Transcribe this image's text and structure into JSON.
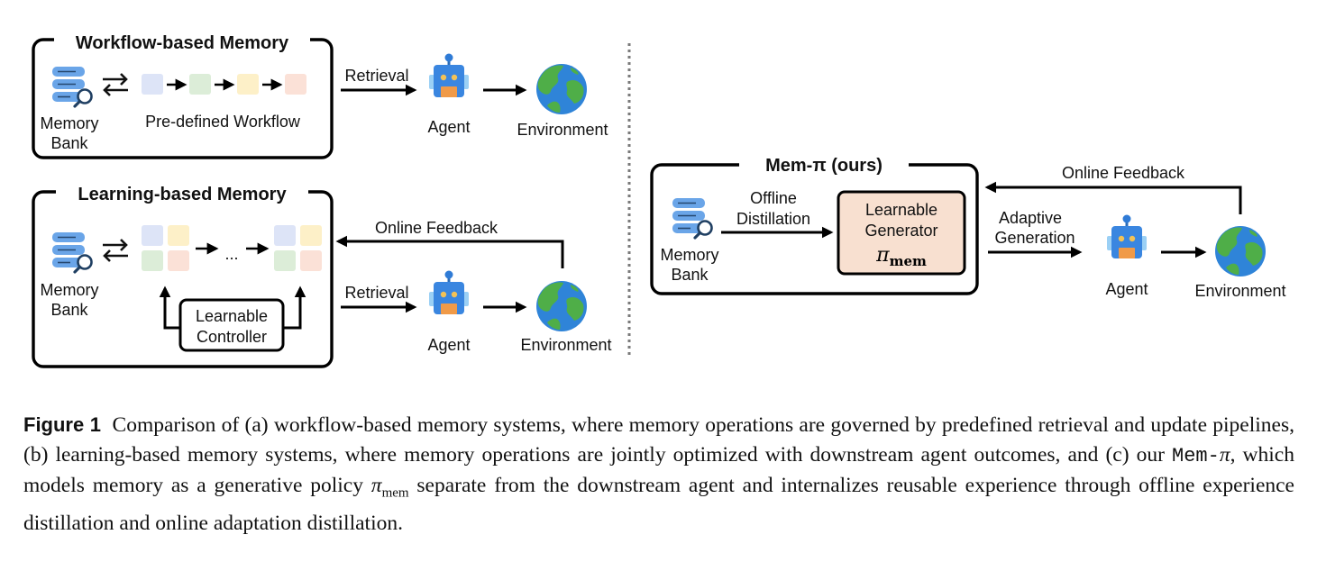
{
  "panel_a": {
    "title": "Workflow-based Memory",
    "memory_bank": [
      "Memory",
      "Bank"
    ],
    "workflow_label": "Pre-defined Workflow",
    "retrieval_label": "Retrieval",
    "agent_label": "Agent",
    "environment_label": "Environment"
  },
  "panel_b": {
    "title": "Learning-based Memory",
    "memory_bank": [
      "Memory",
      "Bank"
    ],
    "ellipsis": "...",
    "controller": [
      "Learnable",
      "Controller"
    ],
    "feedback_label": "Online Feedback",
    "retrieval_label": "Retrieval",
    "agent_label": "Agent",
    "environment_label": "Environment"
  },
  "panel_c": {
    "title": "Mem-π (ours)",
    "memory_bank": [
      "Memory",
      "Bank"
    ],
    "distill_label": [
      "Offline",
      "Distillation"
    ],
    "generator": [
      "Learnable",
      "Generator"
    ],
    "generator_symbol": "π",
    "generator_subscript": "mem",
    "adaptive_label": [
      "Adaptive",
      "Generation"
    ],
    "feedback_label": "Online Feedback",
    "agent_label": "Agent",
    "environment_label": "Environment"
  },
  "caption": {
    "figure_label": "Figure 1",
    "text_1": "Comparison of (a) workflow-based memory systems, where memory operations are governed by predefined retrieval and update pipelines, (b) learning-based memory systems, where memory operations are jointly optimized with downstream agent outcomes, and (c) our ",
    "method_name": "Mem-",
    "method_symbol": "π",
    "text_2": ", which models memory as a generative policy ",
    "policy_symbol": "π",
    "policy_subscript": "mem",
    "text_3": " separate from the downstream agent and internalizes reusable experience through offline experience distillation and online adaptation distillation."
  },
  "colors": {
    "memory_bank": "#6aa5e8",
    "agent": "#3a86e0",
    "agent_mouth": "#f09a48",
    "earth_ocean": "#2f84d8",
    "earth_land": "#4fae48",
    "generator_fill": "#f8e0d0",
    "workflow_blue": "#dde4f7",
    "workflow_green": "#dcedd8",
    "workflow_yellow": "#fdf0c8",
    "workflow_peach": "#fbe1d7"
  },
  "icons": [
    "memory-bank-icon",
    "swap-arrows-icon",
    "robot-agent-icon",
    "earth-globe-icon"
  ]
}
